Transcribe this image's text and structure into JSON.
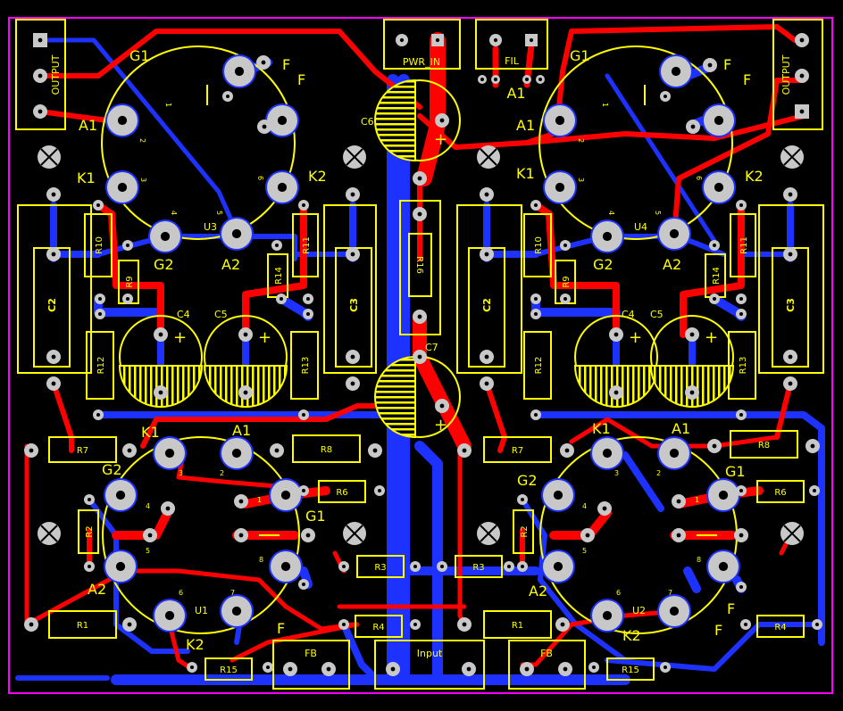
{
  "colors": {
    "board_outline": "#ff00ff",
    "silkscreen": "#ffff00",
    "top_copper": "#ff0000",
    "bottom_copper": "#1e32ff",
    "pad": "#c8c8c8",
    "background": "#000000"
  },
  "connectors": {
    "output_left": "OUTPUT",
    "output_right": "OUTPUT",
    "pwr_in": "PWR_IN",
    "fil": "FIL",
    "a1_header": "A1",
    "fb_left": "FB",
    "input": "Input",
    "fb_right": "FB"
  },
  "tubes": {
    "u3": {
      "ref": "U3",
      "pins": {
        "g1": "G1",
        "f1": "F",
        "f2": "F",
        "a1": "A1",
        "k1": "K1",
        "k2": "K2",
        "g2": "G2",
        "a2": "A2"
      },
      "pin_numbers": [
        "1",
        "2",
        "3",
        "4",
        "5",
        "6"
      ]
    },
    "u4": {
      "ref": "U4",
      "pins": {
        "g1": "G1",
        "f1": "F",
        "f2": "F",
        "a1": "A1",
        "k1": "K1",
        "k2": "K2",
        "g2": "G2",
        "a2": "A2"
      },
      "pin_numbers": [
        "1",
        "2",
        "3",
        "4",
        "5",
        "6"
      ]
    },
    "u1": {
      "ref": "U1",
      "pins": {
        "k1": "K1",
        "a1": "A1",
        "g2": "G2",
        "g1": "G1",
        "a2": "A2",
        "k2": "K2",
        "f": "F"
      },
      "pin_numbers": [
        "1",
        "2",
        "3",
        "4",
        "5",
        "6",
        "7",
        "8"
      ]
    },
    "u2": {
      "ref": "U2",
      "pins": {
        "k1": "K1",
        "a1": "A1",
        "g2": "G2",
        "g1": "G1",
        "a2": "A2",
        "k2": "K2",
        "f1": "F",
        "f2": "F"
      },
      "pin_numbers": [
        "1",
        "2",
        "3",
        "4",
        "5",
        "6",
        "7",
        "8"
      ]
    }
  },
  "capacitors": {
    "c6": "C6",
    "c7": "C7",
    "c2_left": "C2",
    "c3_left": "C3",
    "c4_left": "C4",
    "c5_left": "C5",
    "c2_right": "C2",
    "c3_right": "C3",
    "c4_right": "C4",
    "c5_right": "C5",
    "polarity": "+"
  },
  "resistors": {
    "r10_l": "R10",
    "r9_l": "R9",
    "r12_l": "R12",
    "r11_l": "R11",
    "r14_l": "R14",
    "r13_l": "R13",
    "r16": "R16",
    "r10_r": "R10",
    "r9_r": "R9",
    "r12_r": "R12",
    "r11_r": "R11",
    "r14_r": "R14",
    "r13_r": "R13",
    "r7_l": "R7",
    "r8_l": "R8",
    "r6_l": "R6",
    "r2_l": "R2",
    "r3_l": "R3",
    "r1_l": "R1",
    "r4_l": "R4",
    "r15_l": "R15",
    "r7_r": "R7",
    "r8_r": "R8",
    "r6_r": "R6",
    "r2_r": "R2",
    "r3_r": "R3",
    "r1_r": "R1",
    "r4_r": "R4",
    "r15_r": "R15"
  }
}
